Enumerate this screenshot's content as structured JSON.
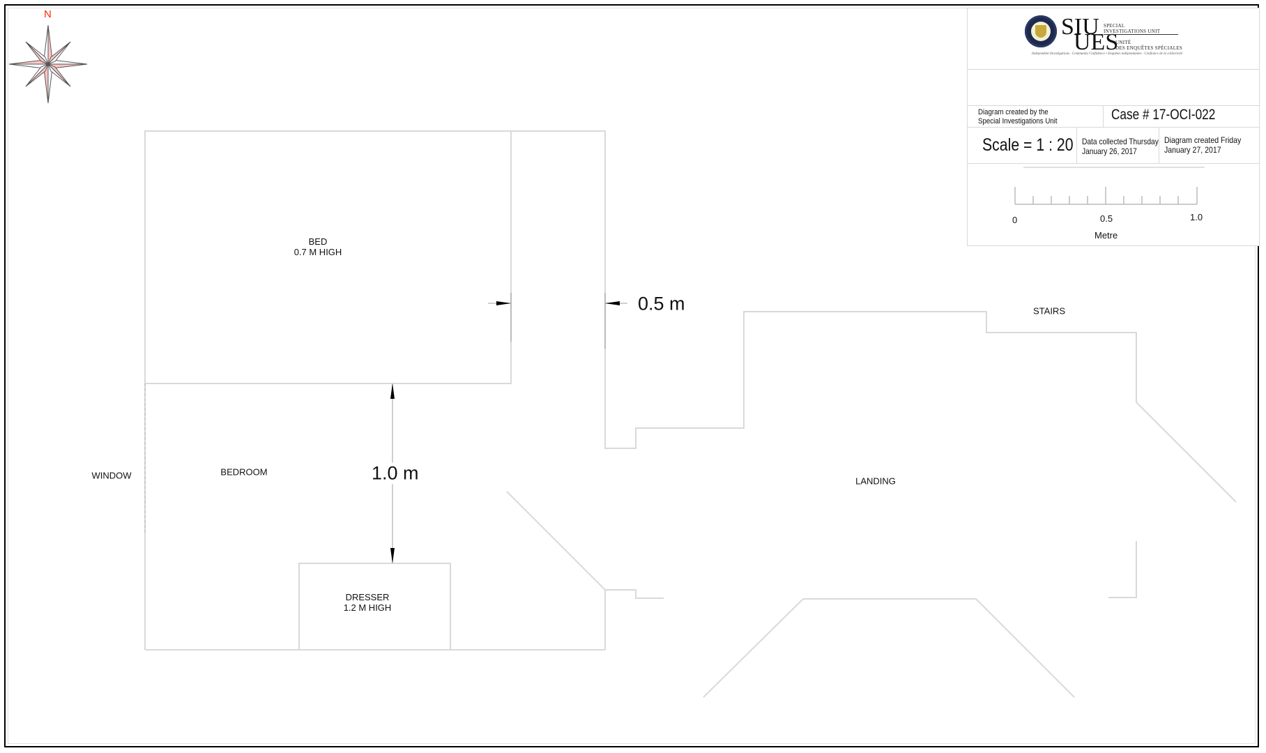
{
  "compass": {
    "north_label": "N",
    "icon": "compass-rose-icon",
    "accent_color": "#ff2a00",
    "fill_color": "#f8c8c8"
  },
  "rooms": {
    "bed": {
      "name": "BED",
      "height_note": "0.7 M HIGH"
    },
    "bedroom": {
      "name": "BEDROOM"
    },
    "window": {
      "name": "WINDOW"
    },
    "dresser": {
      "name": "DRESSER",
      "height_note": "1.2 M HIGH"
    },
    "landing": {
      "name": "LANDING"
    },
    "stairs": {
      "name": "STAIRS"
    }
  },
  "dimensions": {
    "bed_to_wall": "0.5 m",
    "bed_to_dresser": "1.0 m"
  },
  "title_block": {
    "logo": {
      "abbr_en": "SIU",
      "abbr_fr": "UES",
      "name_en_line1": "SPECIAL",
      "name_en_line2": "INVESTIGATIONS UNIT",
      "name_fr_line1": "UNITÉ",
      "name_fr_line2": "DES ENQUÊTES SPÉCIALES",
      "tagline": "Independent Investigations · Community Confidence • Enquêtes indépendantes · Confiance de la collectivité"
    },
    "created_by_line1": "Diagram created by the",
    "created_by_line2": "Special Investigations Unit",
    "case_number": "Case # 17-OCI-022",
    "scale": "Scale =  1 : 20",
    "data_collected_line1": "Data collected Thursday",
    "data_collected_line2": "January 26, 2017",
    "diagram_created_line1": "Diagram created Friday",
    "diagram_created_line2": "January 27, 2017",
    "scale_bar": {
      "labels": [
        "0",
        "0.5",
        "1.0"
      ],
      "unit": "Metre"
    }
  }
}
